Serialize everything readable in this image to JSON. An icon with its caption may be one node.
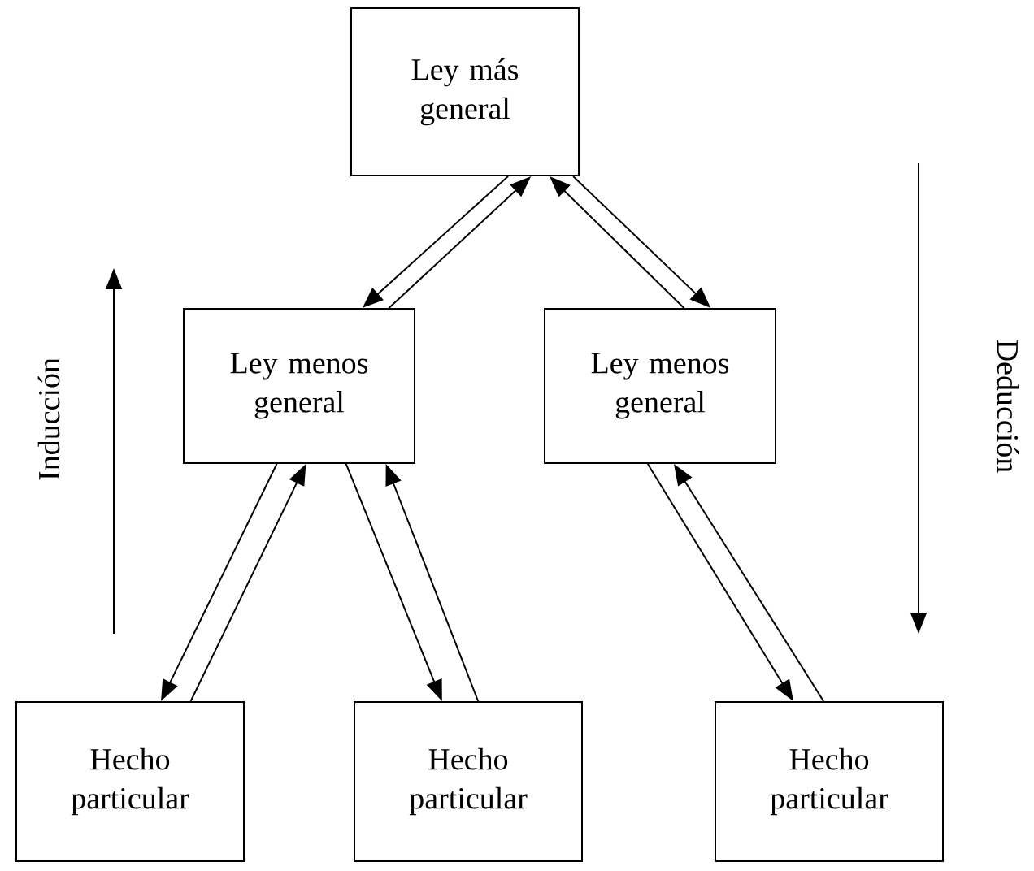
{
  "diagram": {
    "nodes": [
      {
        "text": [
          "Ley más general"
        ]
      },
      {
        "text": [
          "Ley menos general"
        ]
      },
      {
        "text": [
          "Ley menos general"
        ]
      },
      {
        "text": [
          "Hecho particular"
        ]
      },
      {
        "text": [
          "Hecho particular"
        ]
      },
      {
        "text": [
          "Hecho particular"
        ]
      }
    ],
    "edges": [
      {
        "from": 0,
        "to": 1,
        "arrow": "to"
      },
      {
        "from": 1,
        "to": 0,
        "arrow": "to"
      },
      {
        "from": 0,
        "to": 2,
        "arrow": "to"
      },
      {
        "from": 2,
        "to": 0,
        "arrow": "to"
      },
      {
        "from": 1,
        "to": 3,
        "arrow": "to"
      },
      {
        "from": 3,
        "to": 1,
        "arrow": "to"
      },
      {
        "from": 1,
        "to": 4,
        "arrow": "to"
      },
      {
        "from": 4,
        "to": 1,
        "arrow": "to"
      },
      {
        "from": 2,
        "to": 5,
        "arrow": "to"
      },
      {
        "from": 5,
        "to": 2,
        "arrow": "to"
      }
    ],
    "labels": [
      "Inducción",
      "Deducción"
    ]
  }
}
